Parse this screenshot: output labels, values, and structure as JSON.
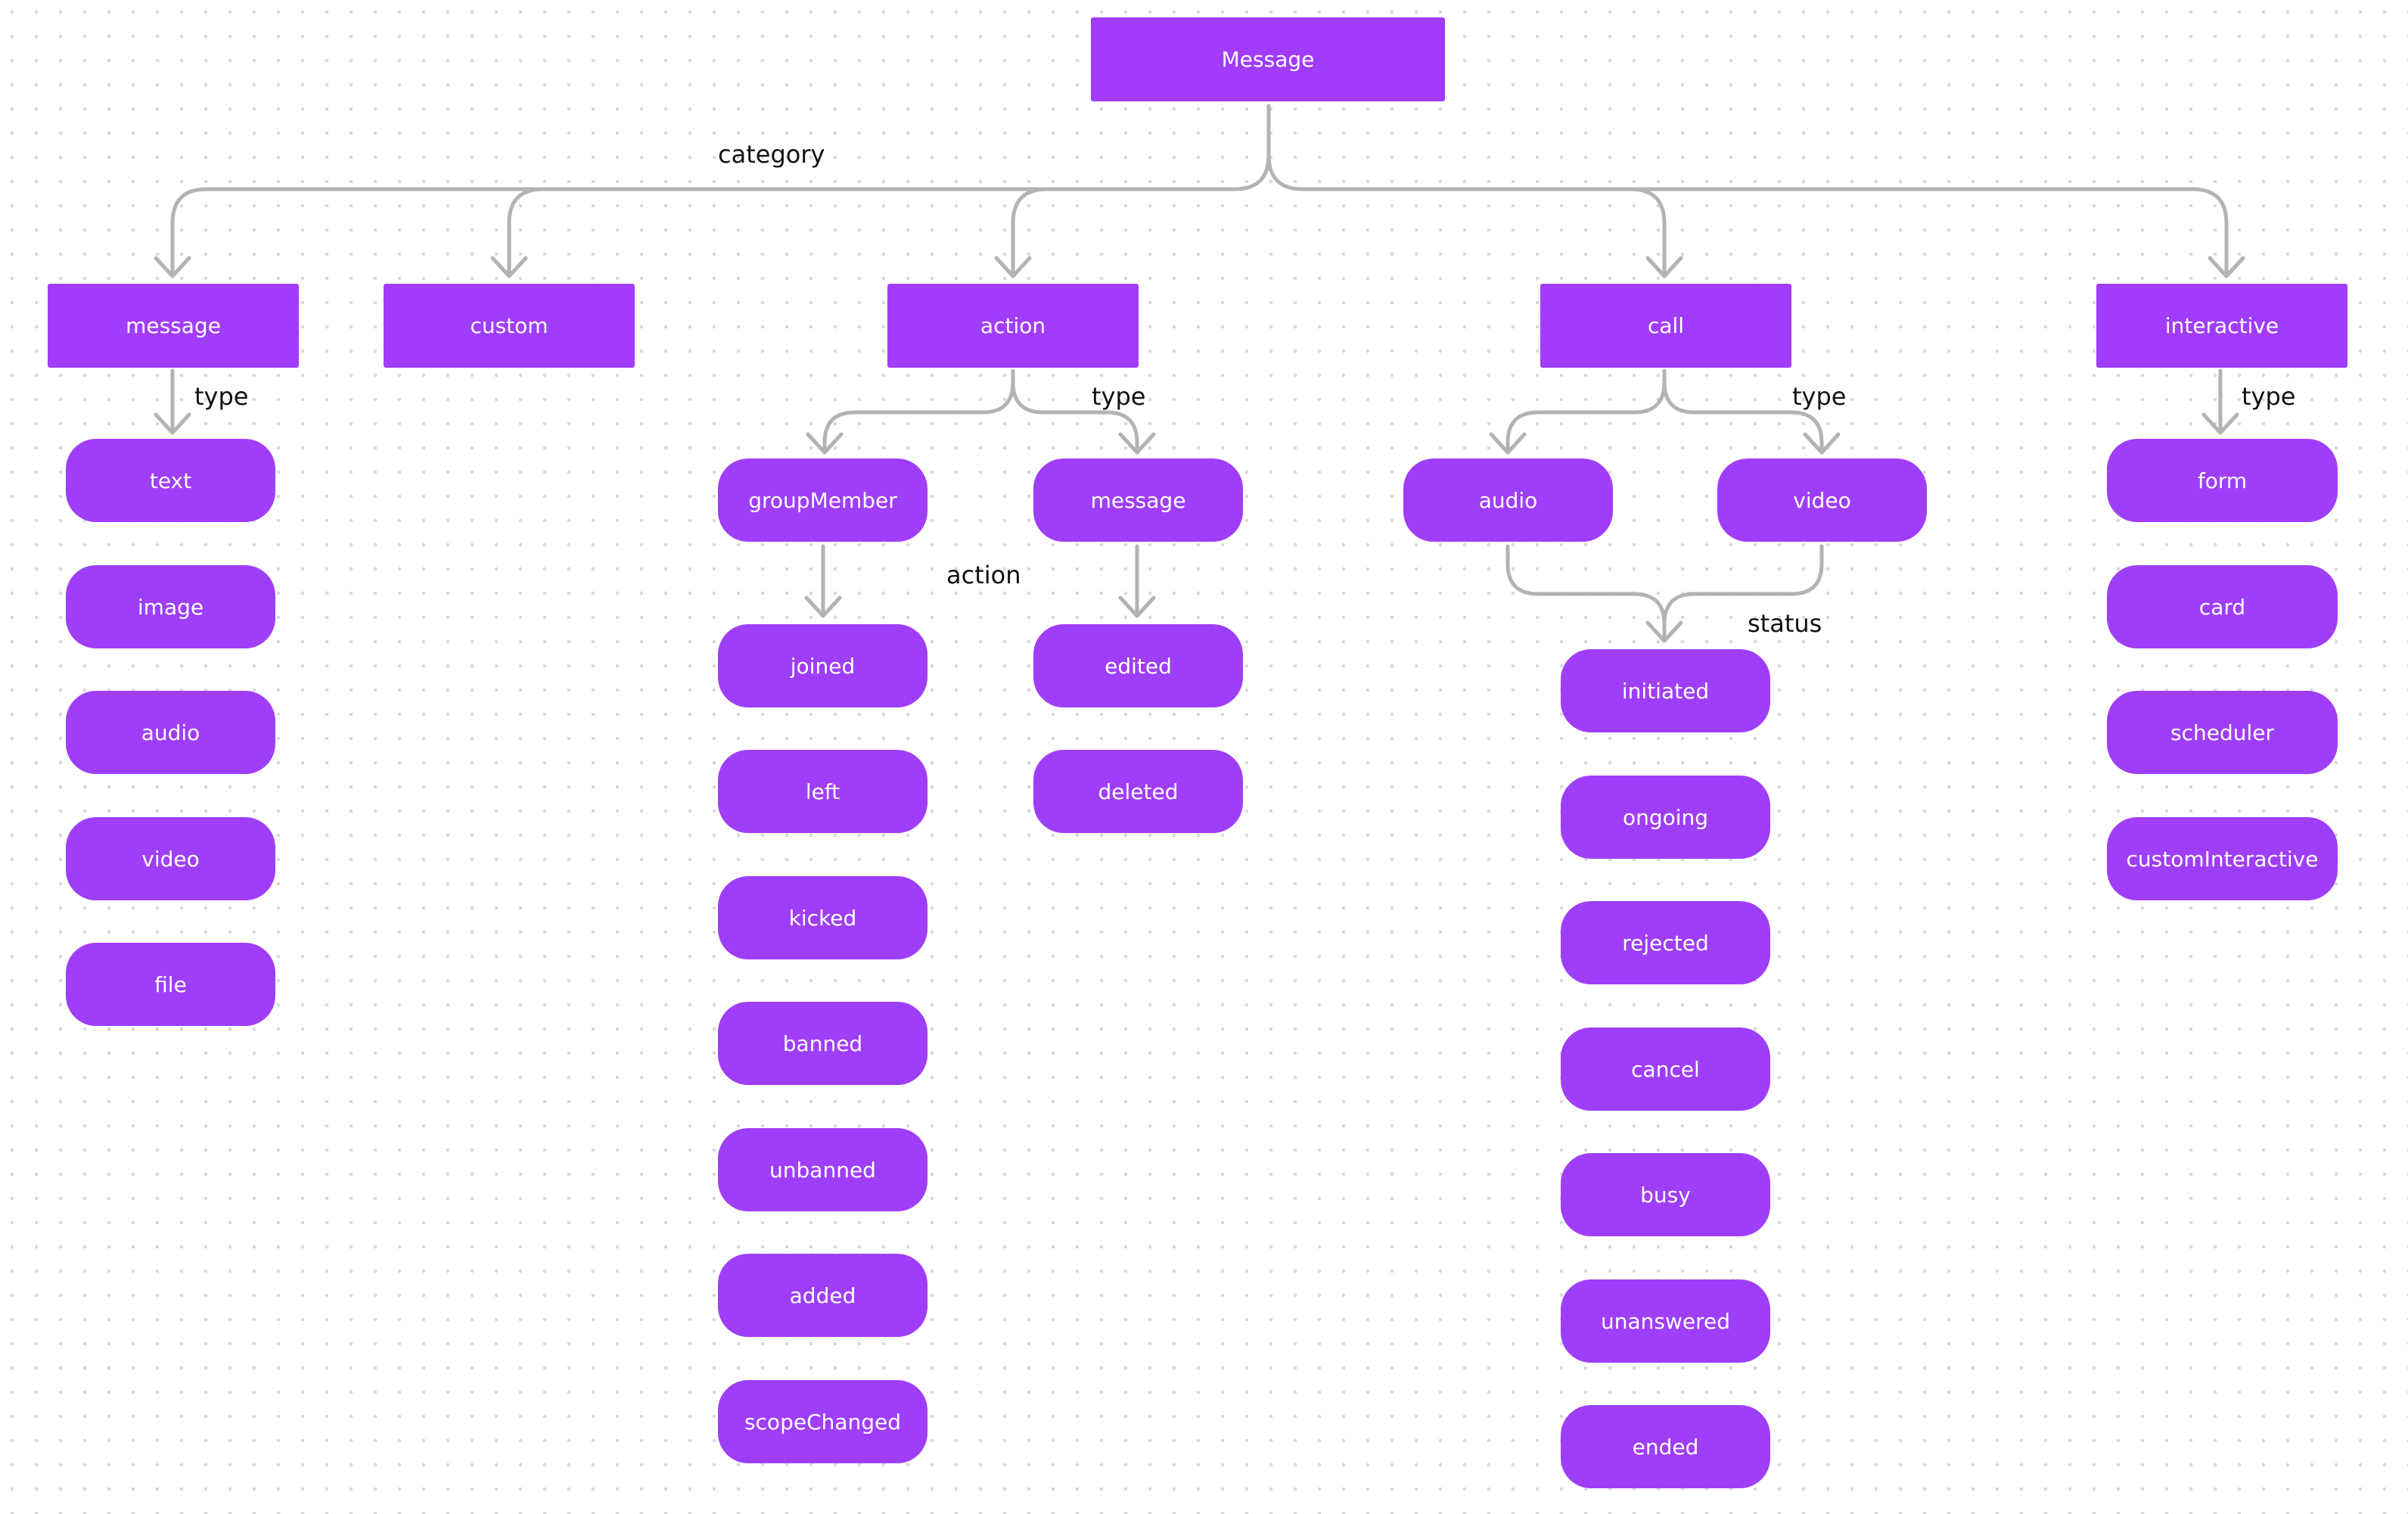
{
  "root": {
    "label": "Message"
  },
  "edge_labels": {
    "category": "category",
    "message_type": "type",
    "action_type": "type",
    "action_action": "action",
    "call_type": "type",
    "call_status": "status",
    "interactive_type": "type"
  },
  "categories": {
    "message": {
      "label": "message"
    },
    "custom": {
      "label": "custom"
    },
    "action": {
      "label": "action"
    },
    "call": {
      "label": "call"
    },
    "interactive": {
      "label": "interactive"
    }
  },
  "message_types": [
    "text",
    "image",
    "audio",
    "video",
    "file"
  ],
  "action_types": {
    "group_member": "groupMember",
    "message": "message"
  },
  "group_member_actions": [
    "joined",
    "left",
    "kicked",
    "banned",
    "unbanned",
    "added",
    "scopeChanged"
  ],
  "message_actions": [
    "edited",
    "deleted"
  ],
  "call_types": {
    "audio": "audio",
    "video": "video"
  },
  "call_statuses": [
    "initiated",
    "ongoing",
    "rejected",
    "cancel",
    "busy",
    "unanswered",
    "ended"
  ],
  "interactive_types": [
    "form",
    "card",
    "scheduler",
    "customInteractive"
  ],
  "colors": {
    "node_fill": "#a23cfc",
    "connector": "#b3b3b3",
    "text": "#ffffff"
  }
}
